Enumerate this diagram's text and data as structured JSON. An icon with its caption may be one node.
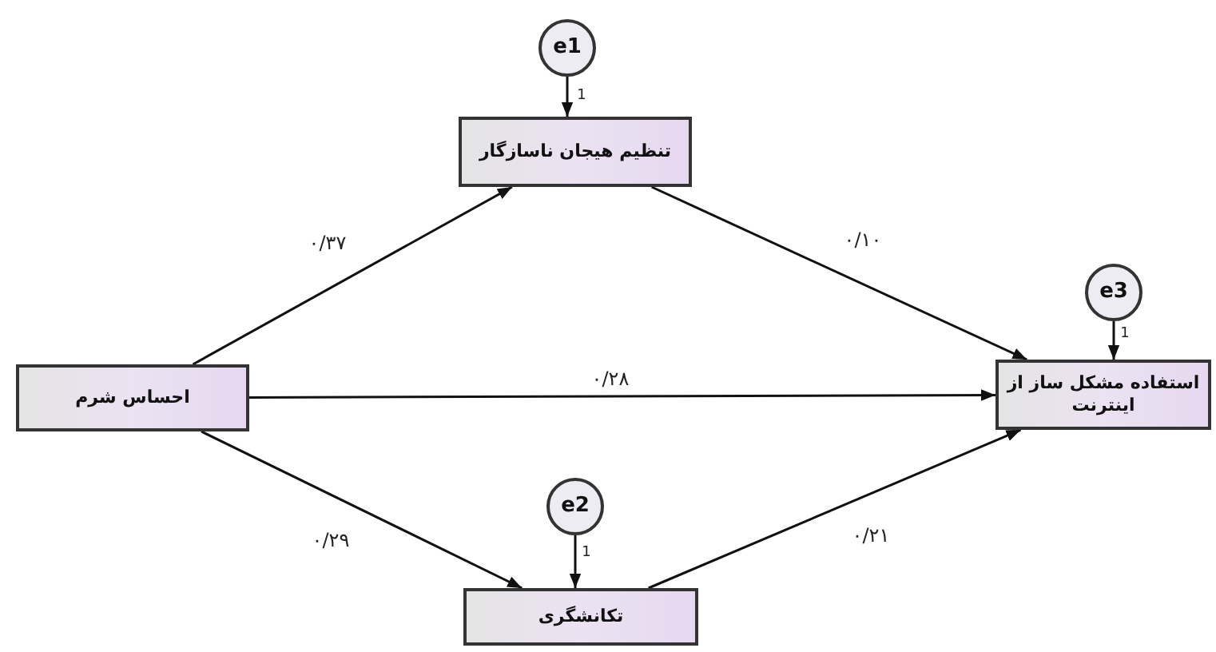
{
  "diagram": {
    "nodes": [
      {
        "text": [
          "e1"
        ]
      },
      {
        "text": [
          "تنظیم هیجان ناسازگار"
        ]
      },
      {
        "text": [
          "e3"
        ]
      },
      {
        "text": [
          "احساس شرم"
        ]
      },
      {
        "text": [
          "استفاده مشکل ساز از اینترنت"
        ]
      },
      {
        "text": [
          "e2"
        ]
      },
      {
        "text": [
          "تکانشگری"
        ]
      }
    ],
    "edges": [
      {
        "from": 0,
        "to": 1,
        "arrow": "to",
        "label": "1"
      },
      {
        "from": 3,
        "to": 1,
        "arrow": "to",
        "label": "۰/۳۷"
      },
      {
        "from": 1,
        "to": 4,
        "arrow": "to",
        "label": "۰/۱۰"
      },
      {
        "from": 2,
        "to": 4,
        "arrow": "to",
        "label": "1"
      },
      {
        "from": 3,
        "to": 4,
        "arrow": "to",
        "label": "۰/۲۸"
      },
      {
        "from": 3,
        "to": 6,
        "arrow": "to",
        "label": "۰/۲۹"
      },
      {
        "from": 5,
        "to": 6,
        "arrow": "to",
        "label": "1"
      },
      {
        "from": 6,
        "to": 4,
        "arrow": "to",
        "label": "۰/۲۱"
      }
    ]
  }
}
